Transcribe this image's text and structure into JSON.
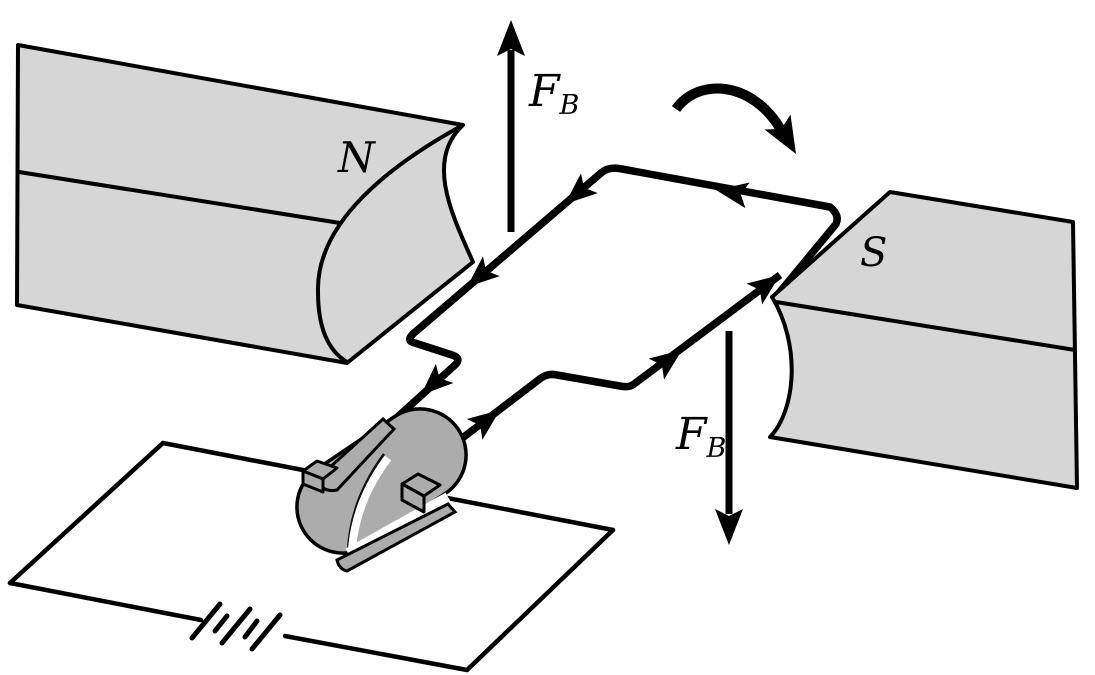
{
  "diagram": {
    "kind": "dc-electric-motor-figure",
    "magnets": {
      "north": {
        "label": "N"
      },
      "south": {
        "label": "S"
      }
    },
    "forces": {
      "top": {
        "main": "F",
        "sub": "B"
      },
      "bottom": {
        "main": "F",
        "sub": "B"
      }
    },
    "colors": {
      "magnet_fill": "#D6D6D6",
      "commutator_fill": "#ACACAC",
      "line": "#000000",
      "background": "#FFFFFF"
    }
  }
}
